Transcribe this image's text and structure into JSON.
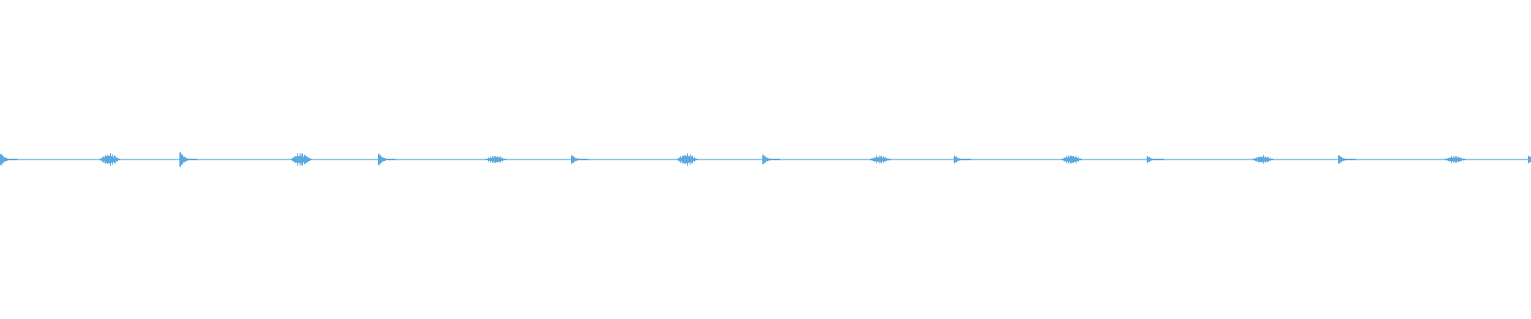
{
  "waveform": {
    "color": "#5aa9e0",
    "background": "#ffffff",
    "transients": [
      {
        "t": 0.0,
        "amp": 0.55,
        "shape": "attack"
      },
      {
        "t": 0.065,
        "amp": 0.45,
        "shape": "swell"
      },
      {
        "t": 0.117,
        "amp": 0.7,
        "shape": "attack"
      },
      {
        "t": 0.19,
        "amp": 0.5,
        "shape": "swell"
      },
      {
        "t": 0.247,
        "amp": 0.55,
        "shape": "attack"
      },
      {
        "t": 0.317,
        "amp": 0.3,
        "shape": "swell"
      },
      {
        "t": 0.373,
        "amp": 0.4,
        "shape": "attack"
      },
      {
        "t": 0.442,
        "amp": 0.45,
        "shape": "swell"
      },
      {
        "t": 0.498,
        "amp": 0.45,
        "shape": "attack"
      },
      {
        "t": 0.568,
        "amp": 0.3,
        "shape": "swell"
      },
      {
        "t": 0.623,
        "amp": 0.35,
        "shape": "attack"
      },
      {
        "t": 0.693,
        "amp": 0.35,
        "shape": "swell"
      },
      {
        "t": 0.749,
        "amp": 0.3,
        "shape": "attack"
      },
      {
        "t": 0.818,
        "amp": 0.3,
        "shape": "swell"
      },
      {
        "t": 0.874,
        "amp": 0.4,
        "shape": "attack"
      },
      {
        "t": 0.944,
        "amp": 0.28,
        "shape": "swell"
      },
      {
        "t": 0.998,
        "amp": 0.35,
        "shape": "attack"
      }
    ]
  }
}
